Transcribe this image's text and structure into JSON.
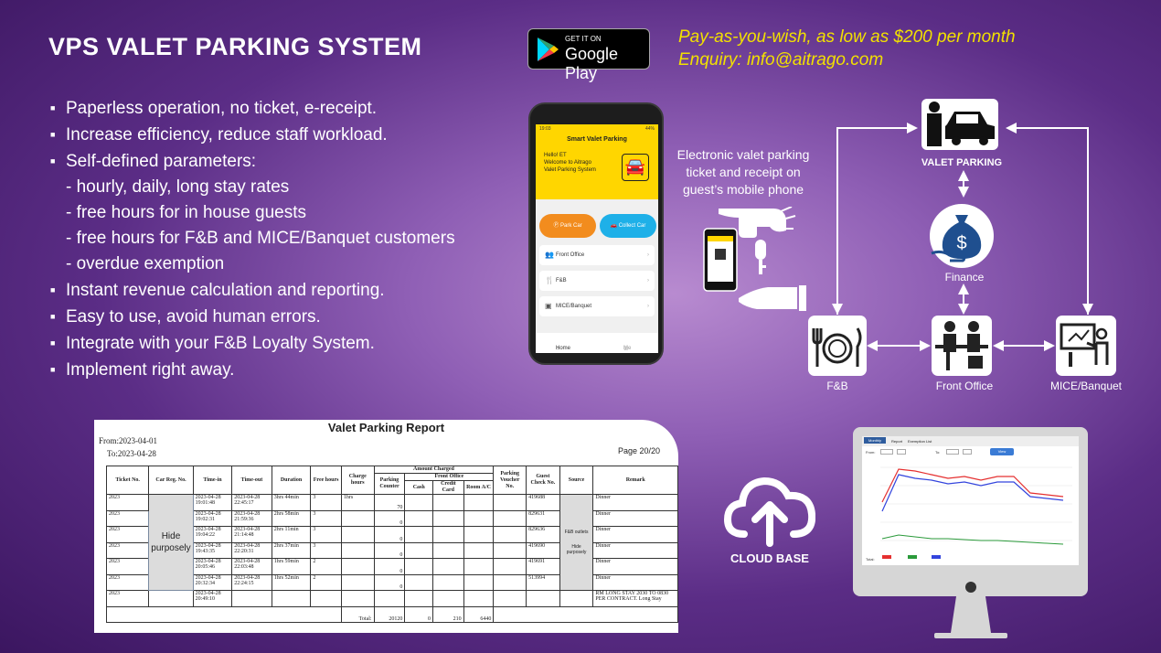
{
  "title": "VPS VALET PARKING SYSTEM",
  "features": [
    {
      "text": "Paperless operation, no ticket, e-receipt.",
      "type": "bullet"
    },
    {
      "text": "Increase efficiency, reduce staff workload.",
      "type": "bullet"
    },
    {
      "text": "Self-defined parameters:",
      "type": "bullet"
    },
    {
      "text": "- hourly, daily, long stay rates",
      "type": "sub"
    },
    {
      "text": "- free hours for in house guests",
      "type": "sub"
    },
    {
      "text": "- free hours for F&B and MICE/Banquet customers",
      "type": "sub"
    },
    {
      "text": "- overdue exemption",
      "type": "sub"
    },
    {
      "text": "Instant revenue calculation and reporting.",
      "type": "bullet"
    },
    {
      "text": "Easy to use, avoid human errors.",
      "type": "bullet"
    },
    {
      "text": "Integrate with your F&B Loyalty System.",
      "type": "bullet"
    },
    {
      "text": "Implement right away.",
      "type": "bullet"
    }
  ],
  "google_play": {
    "small": "GET IT ON",
    "big": "Google Play"
  },
  "promo": {
    "line1": "Pay-as-you-wish, as low as $200 per month",
    "line2": "Enquiry: info@aitrago.com"
  },
  "phone": {
    "time": "19:03",
    "battery": "44%",
    "app_title": "Smart Valet Parking",
    "greeting": [
      "Hello! ET",
      "Welcome to Aitrago",
      "Valet Parking System"
    ],
    "park_car": "Park Car",
    "collect_car": "Collect Car",
    "menu": [
      "Front Office",
      "F&B",
      "MICE/Banquet"
    ],
    "tab_home": "Home",
    "tab_me": "Me"
  },
  "caption": "Electronic valet parking ticket and receipt on guest’s mobile phone",
  "diagram": {
    "valet": "VALET PARKING",
    "finance": "Finance",
    "fb": "F&B",
    "front_office": "Front Office",
    "mice": "MICE/Banquet"
  },
  "report": {
    "title": "Valet Parking Report",
    "from": "From:2023-04-01",
    "to": "To:2023-04-28",
    "page": "Page 20/20",
    "headers": {
      "ticket": "Ticket No.",
      "car": "Car Reg. No.",
      "time_in": "Time-in",
      "time_out": "Time-out",
      "duration": "Duration",
      "free": "Free hours",
      "charge": "Charge hours",
      "amount": "Amount Charged",
      "parking_counter": "Parking Counter",
      "front_office": "Front Office",
      "cash": "Cash",
      "credit": "Credit Card",
      "room": "Room A/C",
      "voucher": "Parking Voucher No.",
      "guest_check": "Guest Check No.",
      "source": "Source",
      "remark": "Remark"
    },
    "hide": "Hide purposely",
    "source_hide": [
      "F&B outlets",
      "Hide purposely"
    ],
    "rows": [
      {
        "ticket": "2023",
        "in": "2023-04-28 19:01:48",
        "out": "2023-04-28 22:45:17",
        "duration": "3hrs 44min",
        "free": "3",
        "charge": "1hrs",
        "counter": "70",
        "check": "419688",
        "remark": "Dinner"
      },
      {
        "ticket": "2023",
        "in": "2023-04-28 19:02:31",
        "out": "2023-04-28 21:59:36",
        "duration": "2hrs 58min",
        "free": "3",
        "charge": "",
        "counter": "0",
        "check": "829631",
        "remark": "Dinner"
      },
      {
        "ticket": "2023",
        "in": "2023-04-28 19:04:22",
        "out": "2023-04-28 21:14:48",
        "duration": "2hrs 11min",
        "free": "3",
        "charge": "",
        "counter": "0",
        "check": "829636",
        "remark": "Dinner"
      },
      {
        "ticket": "2023",
        "in": "2023-04-28 19:43:35",
        "out": "2023-04-28 22:20:31",
        "duration": "2hrs 37min",
        "free": "3",
        "charge": "",
        "counter": "0",
        "check": "419690",
        "remark": "Dinner"
      },
      {
        "ticket": "2023",
        "in": "2023-04-28 20:05:46",
        "out": "2023-04-28 22:03:48",
        "duration": "1hrs 59min",
        "free": "2",
        "charge": "",
        "counter": "0",
        "check": "419691",
        "remark": "Dinner"
      },
      {
        "ticket": "2023",
        "in": "2023-04-28 20:32:34",
        "out": "2023-04-28 22:24:15",
        "duration": "1hrs 52min",
        "free": "2",
        "charge": "",
        "counter": "0",
        "check": "513994",
        "remark": "Dinner"
      },
      {
        "ticket": "2023",
        "in": "2023-04-28 20:49:10",
        "out": "",
        "duration": "",
        "free": "",
        "charge": "",
        "counter": "",
        "check": "",
        "remark": "RM      LONG STAY 2030 TO 0830 PER CONTRACT. Long Stay"
      }
    ],
    "total_label": "Total:",
    "totals": {
      "counter": "20120",
      "cash": "0",
      "credit": "210",
      "room": "6440"
    }
  },
  "cloud_label": "CLOUD BASE",
  "monitor": {
    "tabs": [
      "Monthly",
      "Report",
      "Exemption List"
    ],
    "from_label": "From:",
    "to_label": "To:",
    "view_btn": "View",
    "legend_total": "Total:"
  },
  "colors": {
    "promo": "#f2e000",
    "park_btn": "#f28c1e",
    "collect_btn": "#1eb0e8",
    "app_yellow": "#ffd600"
  }
}
